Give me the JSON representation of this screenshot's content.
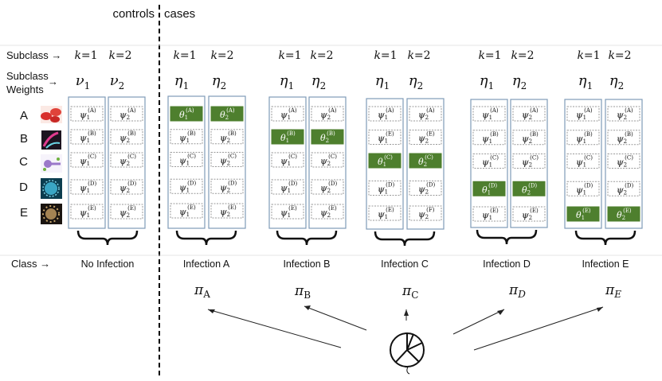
{
  "headers": {
    "controls": "controls",
    "cases": "cases"
  },
  "row_labels": {
    "subclass": "Subclass →",
    "weights_line1": "Subclass",
    "weights_line2": "Weights",
    "class": "Class →"
  },
  "pathogens": [
    "A",
    "B",
    "C",
    "D",
    "E"
  ],
  "groups": [
    {
      "class_label": "No Infection",
      "k_labels": [
        "k=1",
        "k=2"
      ],
      "weight_symbol": "ν",
      "weight_subs": [
        "1",
        "2"
      ],
      "cells": [
        {
          "sym": "ψ",
          "k": [
            "1",
            "2"
          ],
          "sup": "(A)",
          "filled": false
        },
        {
          "sym": "ψ",
          "k": [
            "1",
            "2"
          ],
          "sup": "(B)",
          "filled": false
        },
        {
          "sym": "ψ",
          "k": [
            "1",
            "2"
          ],
          "sup": "(C)",
          "filled": false
        },
        {
          "sym": "ψ",
          "k": [
            "1",
            "2"
          ],
          "sup": "(D)",
          "filled": false
        },
        {
          "sym": "ψ",
          "k": [
            "1",
            "2"
          ],
          "sup": "(E)",
          "filled": false
        }
      ]
    },
    {
      "class_label": "Infection A",
      "k_labels": [
        "k=1",
        "k=2"
      ],
      "weight_symbol": "η",
      "weight_subs": [
        "1",
        "2"
      ],
      "pi_label": "π",
      "pi_sub": "A",
      "cells": [
        {
          "sym": "θ",
          "k": [
            "1",
            "2"
          ],
          "sup": "(A)",
          "filled": true
        },
        {
          "sym": "ψ",
          "k": [
            "1",
            "2"
          ],
          "sup": "(B)",
          "filled": false
        },
        {
          "sym": "ψ",
          "k": [
            "1",
            "2"
          ],
          "sup": "(C)",
          "filled": false
        },
        {
          "sym": "ψ",
          "k": [
            "1",
            "2"
          ],
          "sup": "(D)",
          "filled": false
        },
        {
          "sym": "ψ",
          "k": [
            "1",
            "2"
          ],
          "sup": "(E)",
          "filled": false
        }
      ]
    },
    {
      "class_label": "Infection B",
      "k_labels": [
        "k=1",
        "k=2"
      ],
      "weight_symbol": "η",
      "weight_subs": [
        "1",
        "2"
      ],
      "pi_label": "π",
      "pi_sub": "B",
      "cells": [
        {
          "sym": "ψ",
          "k": [
            "1",
            "2"
          ],
          "sup": "(A)",
          "filled": false
        },
        {
          "sym": "θ",
          "k": [
            "1",
            "2"
          ],
          "sup": "(B)",
          "filled": true
        },
        {
          "sym": "ψ",
          "k": [
            "1",
            "2"
          ],
          "sup": "(C)",
          "filled": false
        },
        {
          "sym": "ψ",
          "k": [
            "1",
            "2"
          ],
          "sup": "(D)",
          "filled": false
        },
        {
          "sym": "ψ",
          "k": [
            "1",
            "2"
          ],
          "sup": "(E)",
          "filled": false
        }
      ]
    },
    {
      "class_label": "Infection C",
      "k_labels": [
        "k=1",
        "k=2"
      ],
      "weight_symbol": "η",
      "weight_subs": [
        "1",
        "2"
      ],
      "pi_label": "π",
      "pi_sub": "C",
      "cells": [
        {
          "sym": "ψ",
          "k": [
            "1",
            "2"
          ],
          "sup": "(A)",
          "filled": false
        },
        {
          "sym": "ψ",
          "k": [
            "1",
            "2"
          ],
          "sup": "(E)",
          "filled": false
        },
        {
          "sym": "θ",
          "k": [
            "1",
            "2"
          ],
          "sup": "(C)",
          "filled": true
        },
        {
          "sym": "ψ",
          "k": [
            "1",
            "2"
          ],
          "sup": "(D)",
          "filled": false
        },
        {
          "sym": "ψ",
          "k": [
            "1",
            "2"
          ],
          "sup": [
            "(E)",
            "(F)"
          ],
          "filled": false
        }
      ]
    },
    {
      "class_label": "Infection D",
      "k_labels": [
        "k=1",
        "k=2"
      ],
      "weight_symbol": "η",
      "weight_subs": [
        "1",
        "2"
      ],
      "pi_label": "π",
      "pi_sub": "D",
      "cells": [
        {
          "sym": "ψ",
          "k": [
            "1",
            "2"
          ],
          "sup": "(A)",
          "filled": false
        },
        {
          "sym": "ψ",
          "k": [
            "1",
            "2"
          ],
          "sup": "(B)",
          "filled": false
        },
        {
          "sym": "ψ",
          "k": [
            "1",
            "2"
          ],
          "sup": "(C)",
          "filled": false
        },
        {
          "sym": "θ",
          "k": [
            "1",
            "2"
          ],
          "sup": "(D)",
          "filled": true
        },
        {
          "sym": "ψ",
          "k": [
            "1",
            "2"
          ],
          "sup": "(E)",
          "filled": false
        }
      ]
    },
    {
      "class_label": "Infection E",
      "k_labels": [
        "k=1",
        "k=2"
      ],
      "weight_symbol": "η",
      "weight_subs": [
        "1",
        "2"
      ],
      "pi_label": "π",
      "pi_sub": "E",
      "cells": [
        {
          "sym": "ψ",
          "k": [
            "1",
            "2"
          ],
          "sup": "(A)",
          "filled": false
        },
        {
          "sym": "ψ",
          "k": [
            "1",
            "2"
          ],
          "sup": "(B)",
          "filled": false
        },
        {
          "sym": "ψ",
          "k": [
            "1",
            "2"
          ],
          "sup": "(C)",
          "filled": false
        },
        {
          "sym": "ψ",
          "k": [
            "1",
            "2"
          ],
          "sup": "(D)",
          "filled": false
        },
        {
          "sym": "θ",
          "k": [
            "1",
            "2"
          ],
          "sup": "(E)",
          "filled": true
        }
      ]
    }
  ],
  "colors": {
    "box_border": "#7f9bb8",
    "cell_border": "#9a9a9a",
    "filled_cell": "#4e7f2e",
    "text": "#111111",
    "dashed_line": "#000000",
    "divider_line": "#e4e4e4"
  }
}
